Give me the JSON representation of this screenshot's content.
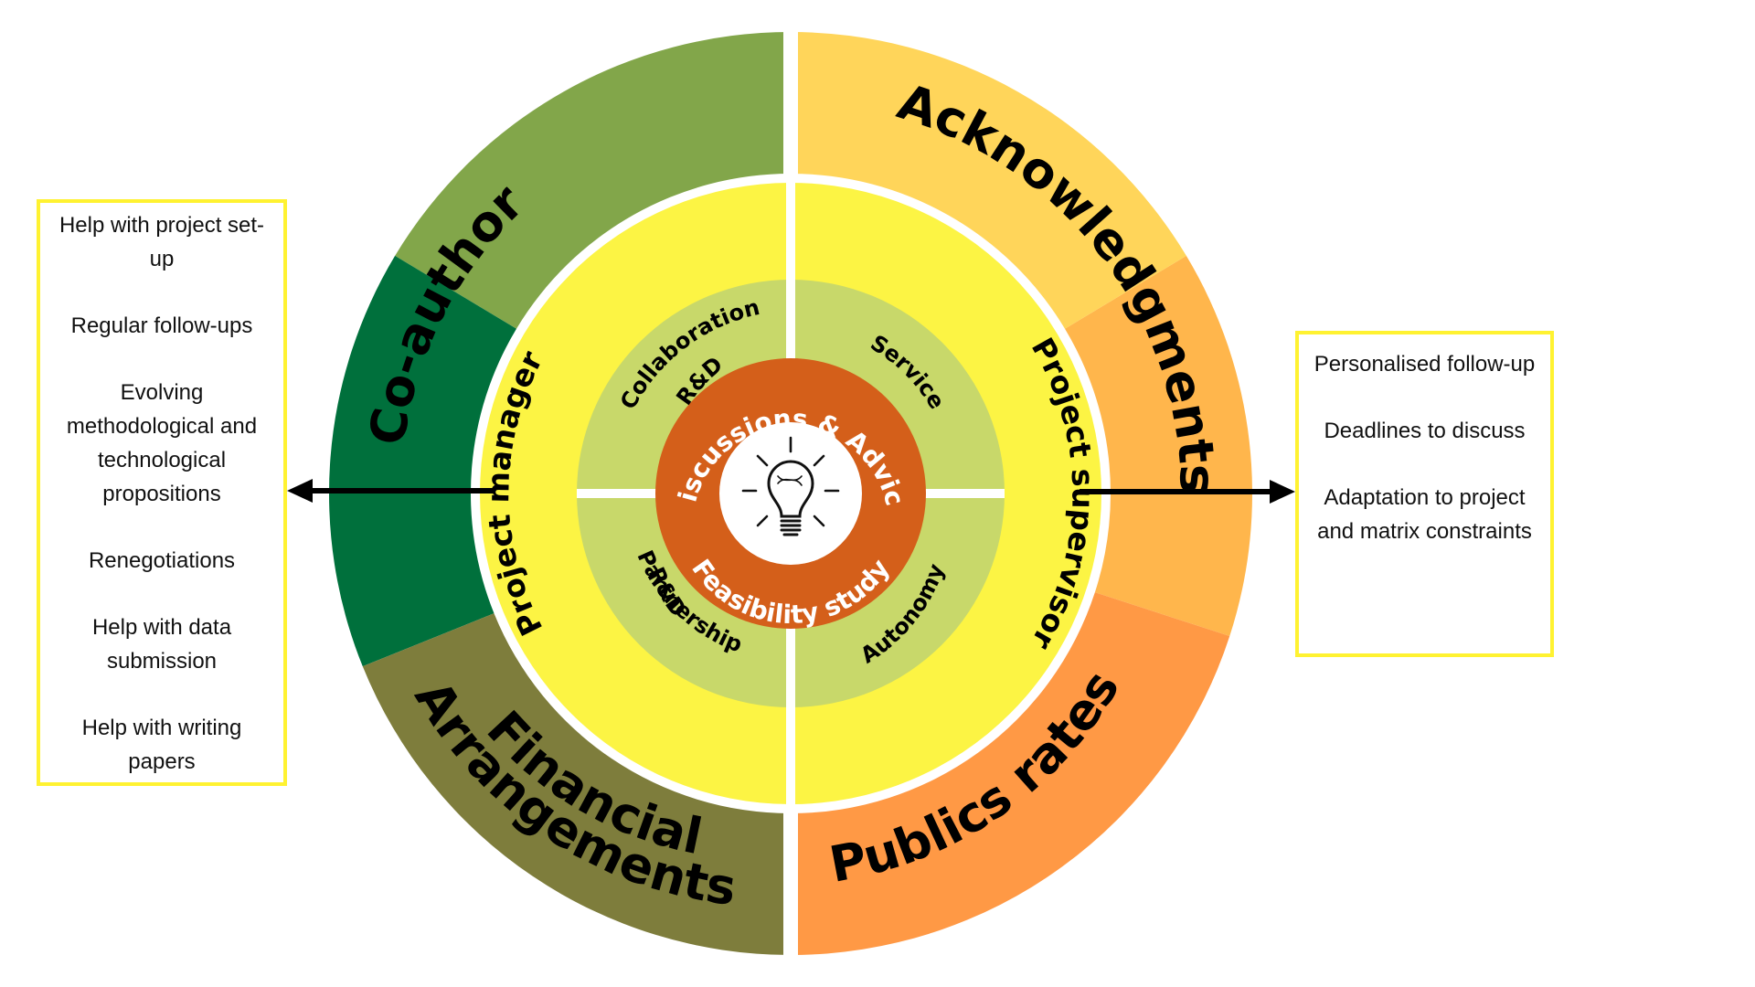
{
  "colors": {
    "co_author": "#82A64A",
    "project_manager_outer": "#00703C",
    "financial": "#7E7D3C",
    "acknowledgments": "#FFD55A",
    "project_supervisor_outer": "#FFB64C",
    "publics_rates": "#FF9945",
    "yellow_ring": "#FCF444",
    "green_ring": "#C8D86A",
    "orange_ring": "#D45F1A",
    "center": "#FFFFFF",
    "box_border": "#FFF231"
  },
  "outer_ring": {
    "co_author": "Co-author",
    "acknowledgments": "Acknowledgments",
    "financial_line1": "Financial",
    "financial_line2": "Arrangements",
    "publics_rates": "Publics rates"
  },
  "yellow_ring": {
    "left": "Project manager",
    "right": "Project supervisor"
  },
  "green_ring": {
    "top_left_line1": "Collaboration",
    "top_left_line2": "R&D",
    "top_right": "Service",
    "bottom_left_line1": "Partnership",
    "bottom_left_line2": "R&D",
    "bottom_right": "Autonomy"
  },
  "orange_ring": {
    "top": "Discussions & Advice",
    "bottom": "Feasibility study"
  },
  "center_icon": "lightbulb-dna-icon",
  "left_box": {
    "items": [
      "Help with project set-up",
      "Regular follow-ups",
      "Evolving methodological and technological propositions",
      "Renegotiations",
      "Help with data submission",
      "Help with writing papers"
    ]
  },
  "right_box": {
    "items": [
      "Personalised follow-up",
      "Deadlines to discuss",
      "Adaptation to project and matrix constraints"
    ]
  }
}
